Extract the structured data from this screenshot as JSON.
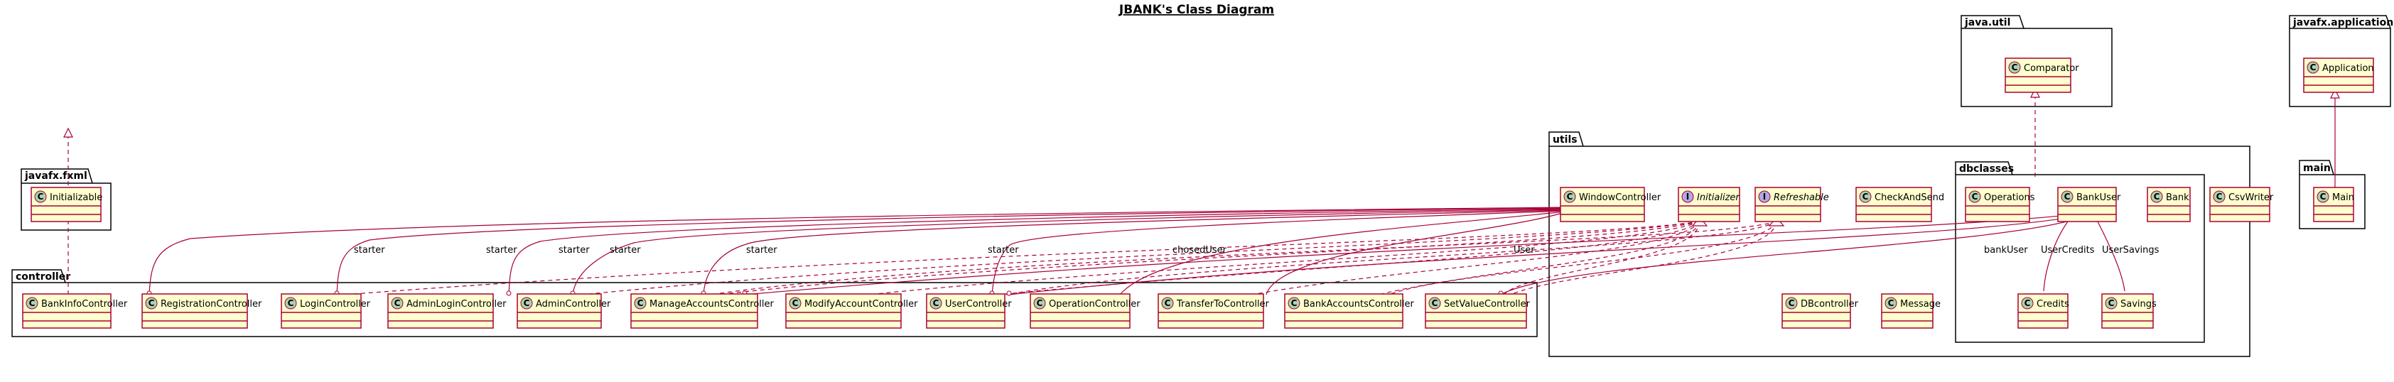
{
  "title": "JBANK's Class Diagram",
  "packages": {
    "java_util": "java.util",
    "javafx_application": "javafx.application",
    "javafx_fxml": "javafx.fxml",
    "utils": "utils",
    "dbclasses": "dbclasses",
    "main": "main",
    "controller": "controller"
  },
  "classes": {
    "Comparator": "Comparator",
    "Application": "Application",
    "Initializable": "Initializable",
    "WindowController": "WindowController",
    "Initializer": "Initializer",
    "Refreshable": "Refreshable",
    "CheckAndSend": "CheckAndSend",
    "DBcontroller": "DBcontroller",
    "Message": "Message",
    "Operations": "Operations",
    "BankUser": "BankUser",
    "Bank": "Bank",
    "Credits": "Credits",
    "Savings": "Savings",
    "CsvWriter": "CsvWriter",
    "Main": "Main",
    "BankInfoController": "BankInfoController",
    "RegistrationController": "RegistrationController",
    "LoginController": "LoginController",
    "AdminLoginController": "AdminLoginController",
    "AdminController": "AdminController",
    "ManageAccountsController": "ManageAccountsController",
    "ModifyAccountController": "ModifyAccountController",
    "UserController": "UserController",
    "OperationController": "OperationController",
    "TransferToController": "TransferToController",
    "BankAccountsController": "BankAccountsController",
    "SetValueController": "SetValueController"
  },
  "stereotype_letters": {
    "class": "C",
    "interface": "I"
  },
  "edge_labels": {
    "starter1": "starter",
    "starter2": "starter",
    "starter3": "starter",
    "starter4": "starter",
    "starter5": "starter",
    "starter6": "starter",
    "chosedUser": "chosedUser",
    "user": "User",
    "bankUser": "bankUser",
    "userCredits": "UserCredits",
    "userSavings": "UserSavings"
  },
  "colors": {
    "class_fill": "#FEFECE",
    "border": "#A80036",
    "class_circle": "#ADD1B2",
    "interface_circle": "#B4A7E5"
  }
}
